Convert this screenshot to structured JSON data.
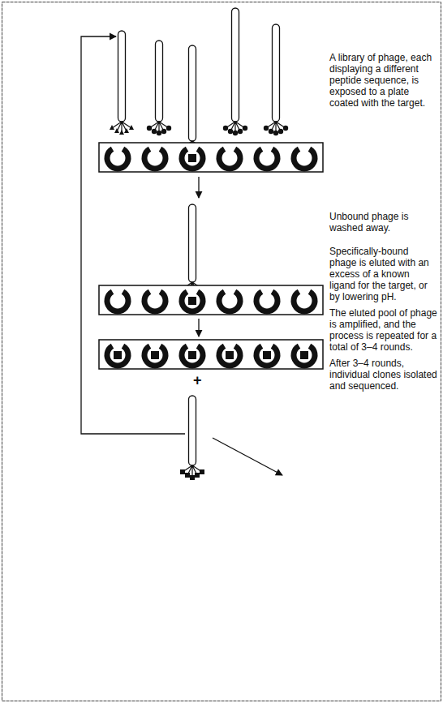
{
  "diagram": {
    "labels": [
      "A library of phage, each displaying a different peptide sequence, is exposed to a plate coated with the target.",
      "Unbound phage is washed away.",
      "Specifically-bound phage is eluted with an excess of a known ligand for the target, or by lowering pH.",
      "The eluted pool of phage is amplified, and the process is repeated for a total of 3–4 rounds.",
      "After 3–4 rounds, individual clones isolated and sequenced.",
      "+"
    ]
  }
}
